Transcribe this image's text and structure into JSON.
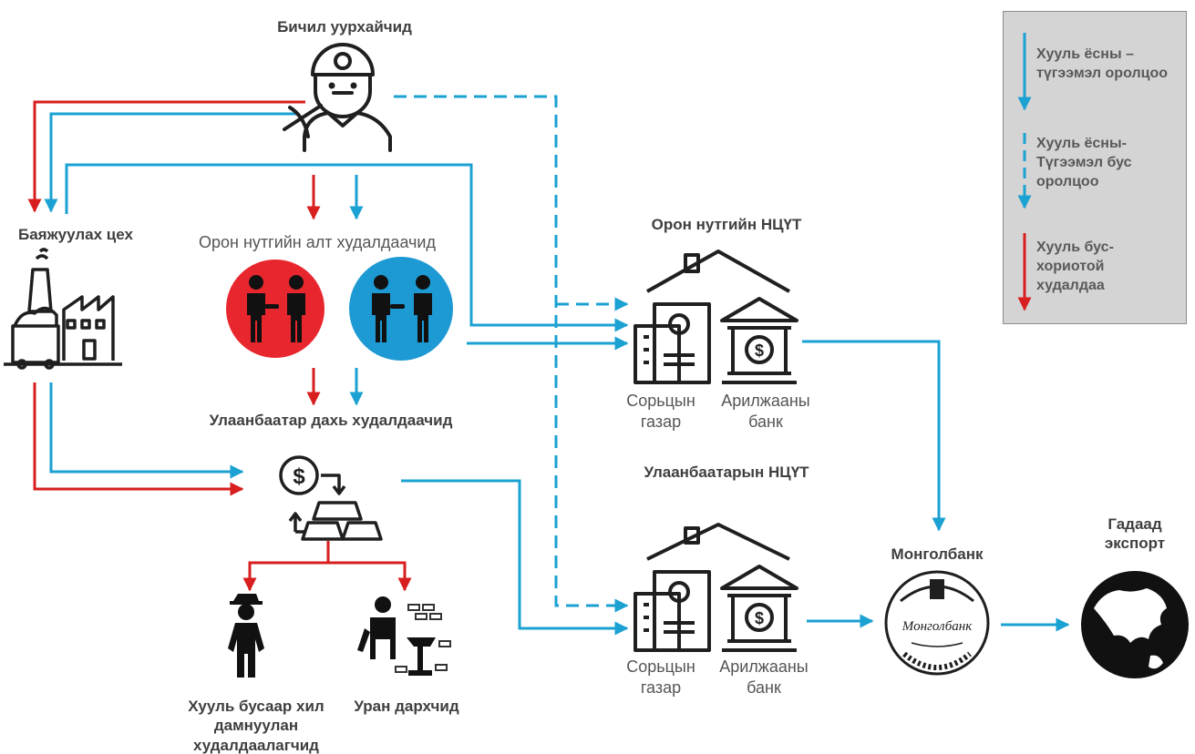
{
  "labels": {
    "small_miners": "Бичил уурхайчид",
    "processing_plant": "Баяжуулах цех",
    "local_traders": "Орон нутгийн алт худалдаачид",
    "ub_traders": "Улаанбаатар дахь худалдаачид",
    "local_branch_title": "Орон нутгийн НЦҮТ",
    "ub_branch_title": "Улаанбаатарын НЦҮТ",
    "assay_office_1": "Сорьцын\nгазар",
    "commercial_bank_1": "Арилжааны\nбанк",
    "assay_office_2": "Сорьцын\nгазар",
    "commercial_bank_2": "Арилжааны\nбанк",
    "mongolbank": "Монголбанк",
    "export": "Гадаад\nэкспорт",
    "smugglers": "Хууль бусаар хил\nдамнуулан\nхудалдаалагчид",
    "jewelers": "Уран дархчид",
    "mongolbank_logo_text": "Монголбанк"
  },
  "legend": {
    "legal_formal": "Хууль ёсны –\nтүгээмэл оролцоо",
    "legal_informal": "Хууль ёсны-\nТүгээмэл бус\nоролцоо",
    "illegal": "Хууль бус-\nхориотой\nхудалдаа"
  },
  "colors": {
    "legal": "#1ba1d2",
    "illegal": "#d81e1e",
    "icon": "#1f1f1f",
    "legend_bg": "#d4d4d4"
  },
  "icons": [
    "miner-icon",
    "factory-icon",
    "traders-red-icon",
    "traders-blue-icon",
    "gold-exchange-icon",
    "house-roof-icon",
    "assay-building-icon",
    "bank-building-icon",
    "mongolbank-emblem-icon",
    "globe-icon",
    "smuggler-icon",
    "blacksmith-icon"
  ]
}
